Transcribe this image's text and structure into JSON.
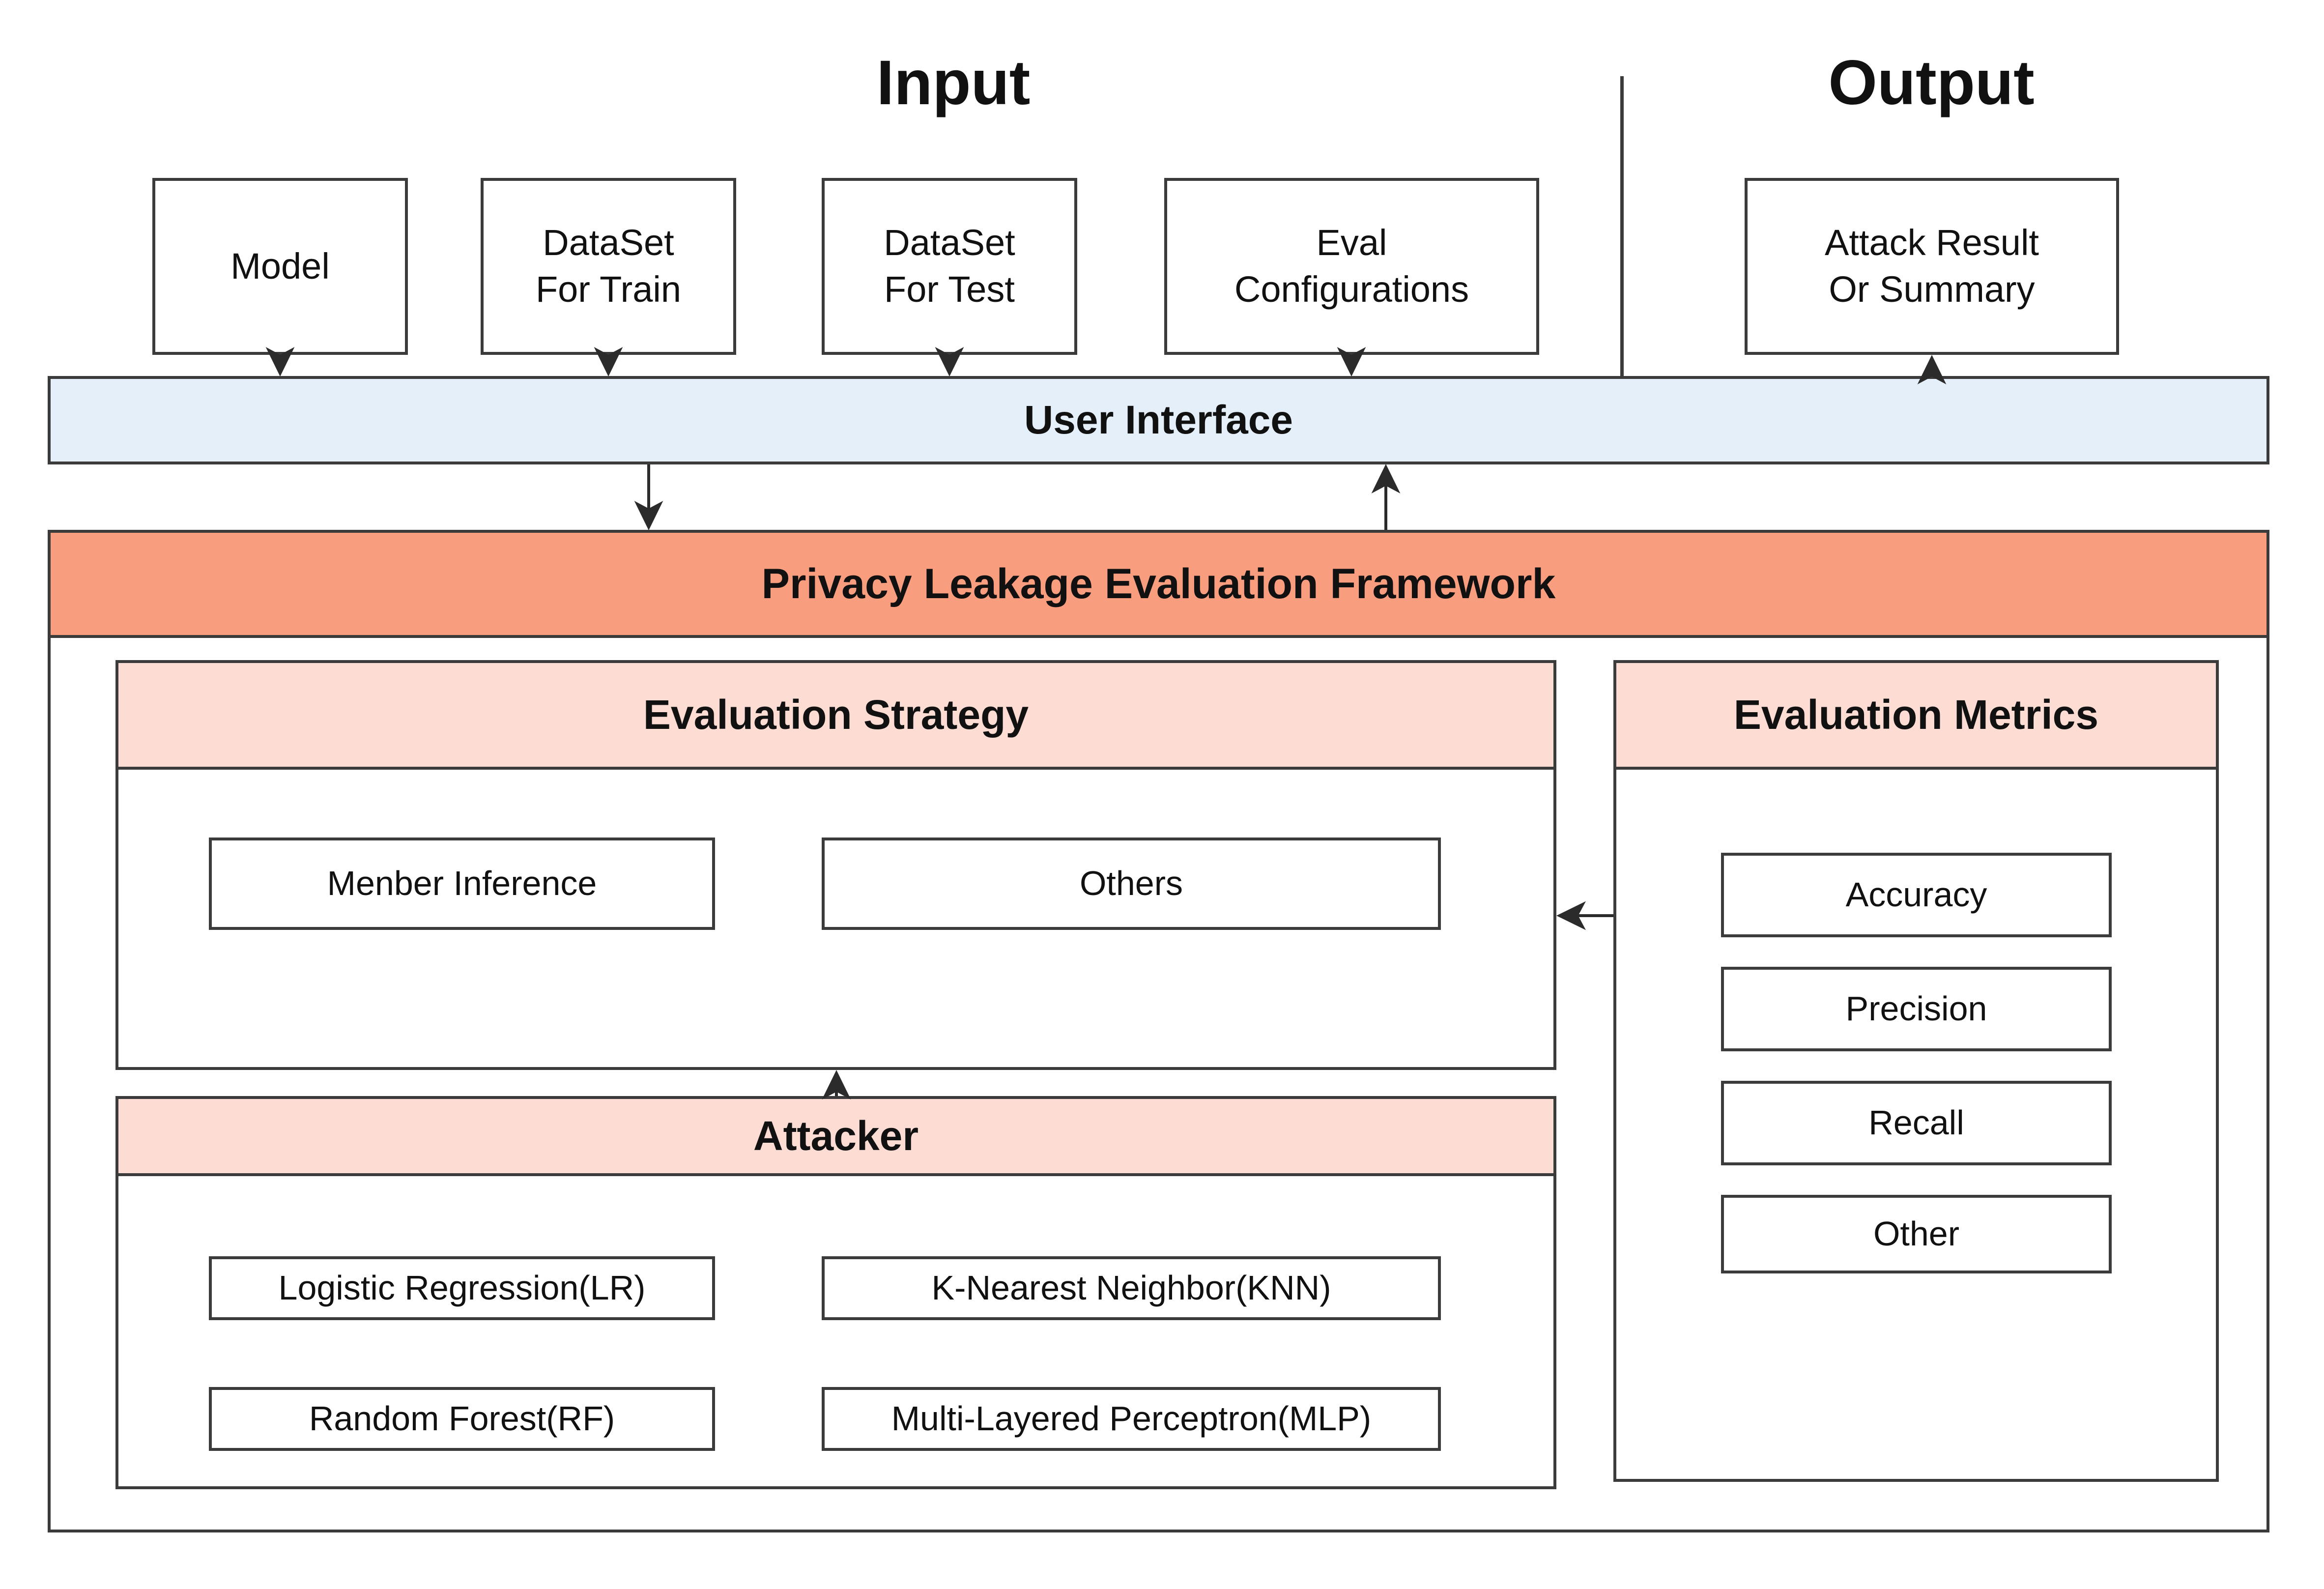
{
  "headings": {
    "input": "Input",
    "output": "Output"
  },
  "input_boxes": [
    {
      "label": "Model"
    },
    {
      "label": "DataSet\nFor Train"
    },
    {
      "label": "DataSet\nFor Test"
    },
    {
      "label": "Eval\nConfigurations"
    }
  ],
  "output_boxes": [
    {
      "label": "Attack Result\nOr Summary"
    }
  ],
  "bars": {
    "user_interface": "User Interface",
    "framework": "Privacy Leakage Evaluation Framework"
  },
  "evaluation_strategy": {
    "title": "Evaluation Strategy",
    "items": [
      {
        "label": "Menber Inference"
      },
      {
        "label": "Others"
      }
    ]
  },
  "attacker": {
    "title": "Attacker",
    "items": [
      {
        "label": "Logistic Regression(LR)"
      },
      {
        "label": "K-Nearest Neighbor(KNN)"
      },
      {
        "label": "Random Forest(RF)"
      },
      {
        "label": "Multi-Layered Perceptron(MLP)"
      }
    ]
  },
  "evaluation_metrics": {
    "title": "Evaluation Metrics",
    "items": [
      {
        "label": "Accuracy"
      },
      {
        "label": "Precision"
      },
      {
        "label": "Recall"
      },
      {
        "label": "Other"
      }
    ]
  },
  "colors": {
    "ui_bar": "#e4eff9",
    "framework_bar": "#f99d7f",
    "section_header": "#fcdcd3",
    "stroke": "#3b3b3b",
    "background": "#ffffff"
  }
}
